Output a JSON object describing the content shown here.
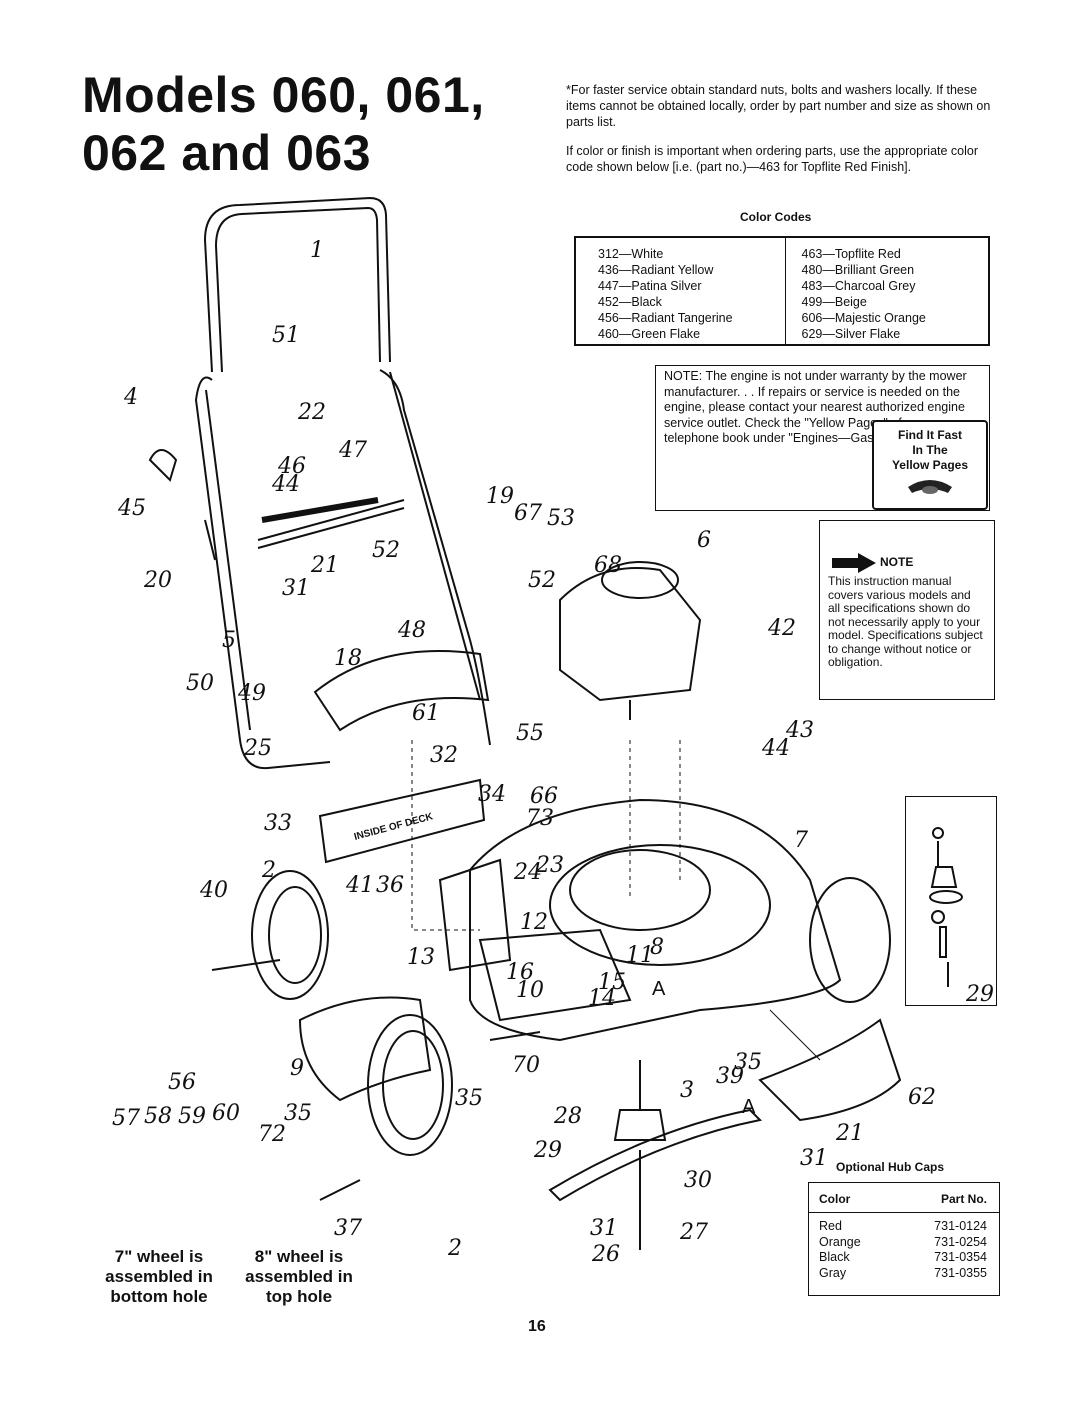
{
  "title": {
    "line1": "Models 060, 061,",
    "line2": "062 and 063"
  },
  "intro": {
    "para1": "*For faster service obtain standard nuts, bolts and washers locally. If these items cannot be obtained locally, order by part number and size as shown on parts list.",
    "para2": "If color or finish is important when ordering parts, use the appropriate color code shown below [i.e. (part no.)—463 for Topflite Red Finish]."
  },
  "color_codes": {
    "heading": "Color Codes",
    "left": [
      "312—White",
      "436—Radiant Yellow",
      "447—Patina Silver",
      "452—Black",
      "456—Radiant Tangerine",
      "460—Green Flake"
    ],
    "right": [
      "463—Topflite Red",
      "480—Brilliant Green",
      "483—Charcoal Grey",
      "499—Beige",
      "606—Majestic Orange",
      "629—Silver Flake"
    ]
  },
  "engine_note": {
    "text": "NOTE: The engine is not under warranty by the mower manufacturer. . . If repairs or service is needed on the engine, please contact your nearest authorized engine service outlet. Check the \"Yellow Pages\" of your telephone book under \"Engines—Gasoline.\"",
    "badge_line1": "Find It Fast",
    "badge_line2": "In The",
    "badge_line3": "Yellow Pages"
  },
  "manual_note": {
    "label": "NOTE",
    "text": "This instruction manual covers various models and all specifications shown do not necessarily apply to your model. Specifications subject to change without notice or obligation."
  },
  "diagram": {
    "deck_label": "INSIDE OF DECK",
    "letter_a": "A",
    "callouts": [
      "1",
      "51",
      "4",
      "22",
      "47",
      "46",
      "44",
      "45",
      "19",
      "67",
      "53",
      "6",
      "52",
      "21",
      "20",
      "31",
      "68",
      "52",
      "42",
      "5",
      "18",
      "48",
      "50",
      "49",
      "61",
      "55",
      "43",
      "44",
      "25",
      "32",
      "34",
      "66",
      "33",
      "73",
      "7",
      "2",
      "24",
      "23",
      "40",
      "41",
      "36",
      "12",
      "11",
      "8",
      "13",
      "16",
      "10",
      "15",
      "14",
      "29",
      "9",
      "70",
      "35",
      "39",
      "56",
      "57",
      "58",
      "59",
      "60",
      "35",
      "72",
      "35",
      "3",
      "28",
      "62",
      "29",
      "21",
      "30",
      "31",
      "37",
      "2",
      "31",
      "27",
      "26"
    ]
  },
  "wheel_notes": {
    "seven_inch": "7\" wheel is assembled in bottom hole",
    "eight_inch": "8\" wheel is assembled in top hole"
  },
  "hub_caps": {
    "heading": "Optional Hub Caps",
    "columns": [
      "Color",
      "Part No."
    ],
    "rows": [
      [
        "Red",
        "731-0124"
      ],
      [
        "Orange",
        "731-0254"
      ],
      [
        "Black",
        "731-0354"
      ],
      [
        "Gray",
        "731-0355"
      ]
    ]
  },
  "page_number": "16"
}
